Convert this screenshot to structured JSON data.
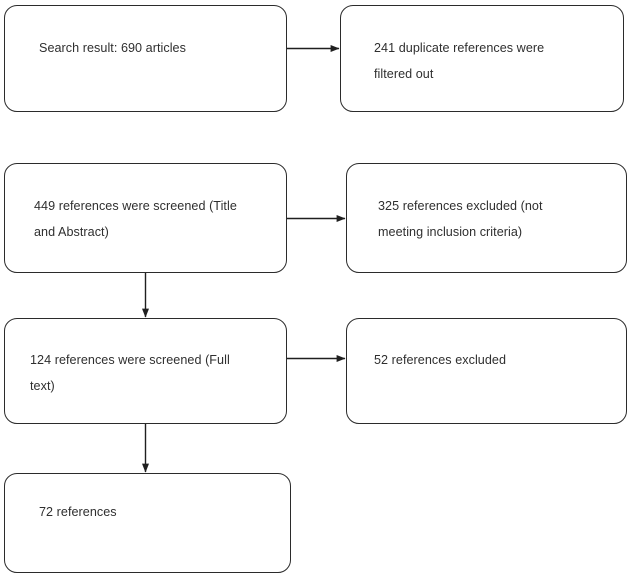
{
  "diagram": {
    "type": "prisma-study-selection-flowchart",
    "title": "",
    "colors": {
      "background": "#ffffff",
      "box_border": "#2b2b2b",
      "text": "#2f2f2f",
      "connector": "#1f1f1f"
    },
    "nodes": [
      {
        "id": "search-result",
        "name": "search-result-box",
        "text": "Search result: 690 articles",
        "count": 690,
        "unit": "articles"
      },
      {
        "id": "duplicates-removed",
        "name": "duplicates-removed-box",
        "text": "241 duplicate references were\nfiltered out",
        "count": 241,
        "unit": "references"
      },
      {
        "id": "screened-title-abstract",
        "name": "screened-title-abstract-box",
        "text": "449 references were screened (Title\nand Abstract)",
        "count": 449,
        "unit": "references"
      },
      {
        "id": "excluded-title-abstract",
        "name": "excluded-title-abstract-box",
        "text": "325 references excluded (not\nmeeting inclusion criteria)",
        "count": 325,
        "unit": "references"
      },
      {
        "id": "screened-full-text",
        "name": "screened-full-text-box",
        "text": "124 references were screened (Full\ntext)",
        "count": 124,
        "unit": "references"
      },
      {
        "id": "excluded-full-text",
        "name": "excluded-full-text-box",
        "text": "52 references excluded",
        "count": 52,
        "unit": "references"
      },
      {
        "id": "included",
        "name": "included-references-box",
        "text": "72 references",
        "count": 72,
        "unit": "references"
      }
    ],
    "edges": [
      {
        "id": "e1",
        "from": "search-result",
        "to": "duplicates-removed",
        "direction": "right"
      },
      {
        "id": "e2",
        "from": "screened-title-abstract",
        "to": "excluded-title-abstract",
        "direction": "right"
      },
      {
        "id": "e3",
        "from": "screened-title-abstract",
        "to": "screened-full-text",
        "direction": "down"
      },
      {
        "id": "e4",
        "from": "screened-full-text",
        "to": "excluded-full-text",
        "direction": "right"
      },
      {
        "id": "e5",
        "from": "screened-full-text",
        "to": "included",
        "direction": "down"
      }
    ]
  }
}
